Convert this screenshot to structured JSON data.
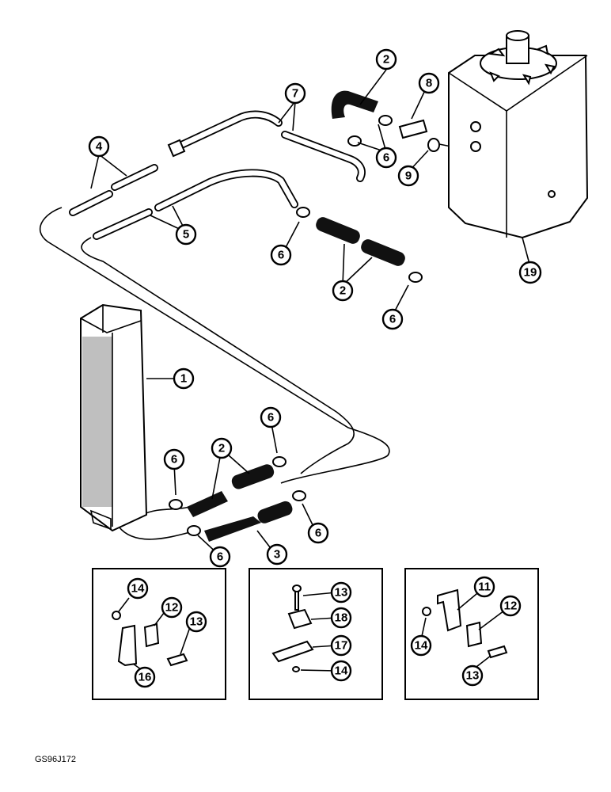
{
  "figure_code": "GS96J172",
  "callouts": {
    "c1": "1",
    "c2a": "2",
    "c2b": "2",
    "c2c": "2",
    "c3": "3",
    "c4": "4",
    "c5": "5",
    "c6a": "6",
    "c6b": "6",
    "c6c": "6",
    "c6d": "6",
    "c6e": "6",
    "c6f": "6",
    "c6g": "6",
    "c7": "7",
    "c8": "8",
    "c9": "9",
    "c19": "19",
    "d1_14": "14",
    "d1_12": "12",
    "d1_13": "13",
    "d1_16": "16",
    "d2_13": "13",
    "d2_18": "18",
    "d2_17": "17",
    "d2_14": "14",
    "d3_11": "11",
    "d3_12": "12",
    "d3_14": "14",
    "d3_13": "13"
  },
  "colors": {
    "line": "#000000",
    "background": "#ffffff"
  }
}
